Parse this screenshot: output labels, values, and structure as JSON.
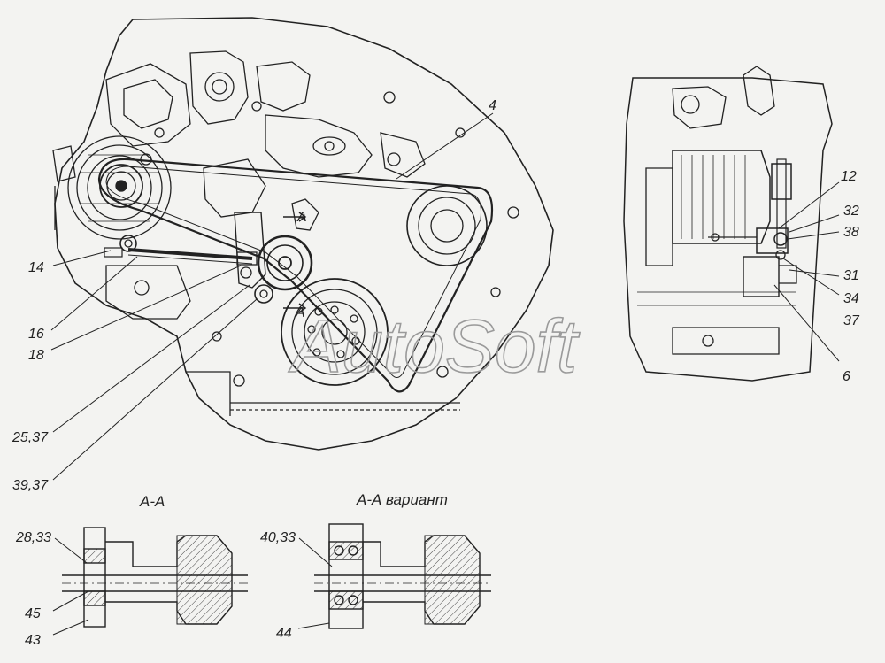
{
  "labels": {
    "l4": "4",
    "lA1": "A",
    "lA2": "A",
    "l14": "14",
    "l16": "16",
    "l18": "18",
    "l25_37": "25,37",
    "l39_37": "39,37",
    "l12": "12",
    "l32": "32",
    "l38": "38",
    "l31": "31",
    "l34": "34",
    "l37": "37",
    "l6": "6",
    "l28_33": "28,33",
    "l45": "45",
    "l43": "43",
    "l40_33": "40,33",
    "l44": "44"
  },
  "sections": {
    "aa": "А-А",
    "aa_variant": "А-А вариант"
  },
  "watermark": "AutoSoft"
}
